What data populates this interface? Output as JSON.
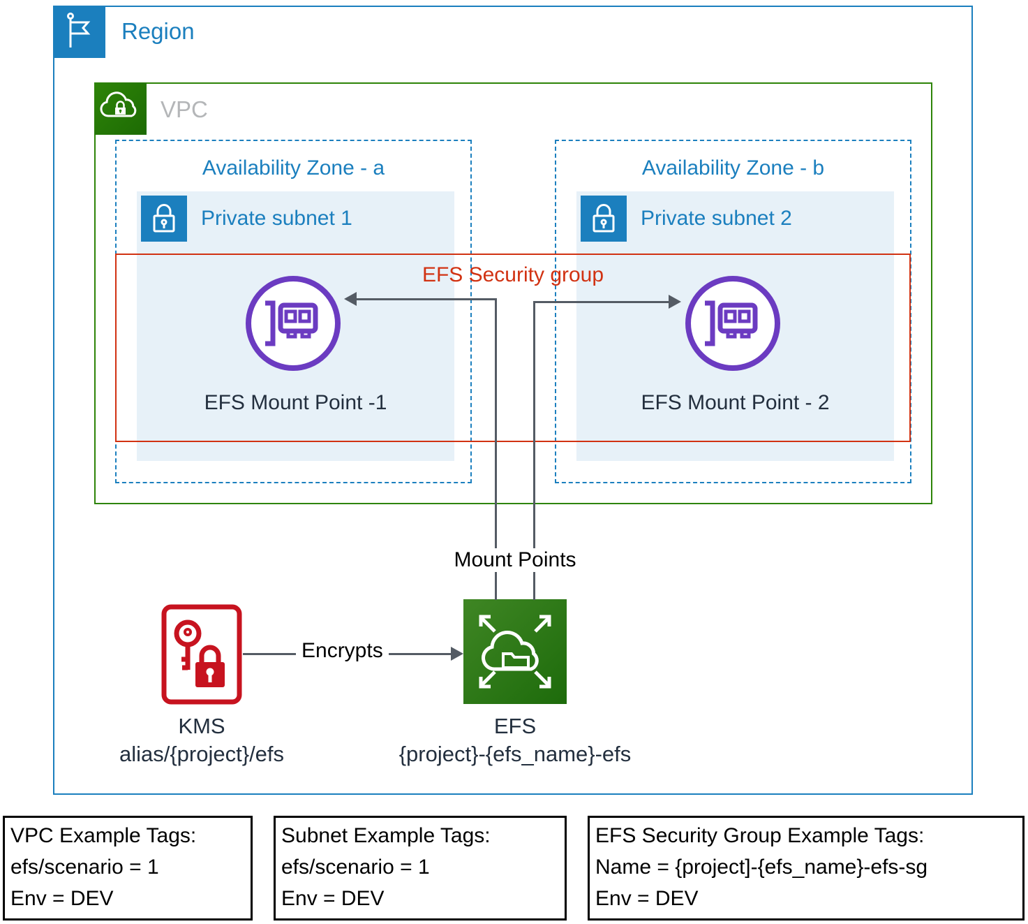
{
  "colors": {
    "region_blue": "#1B7FBE",
    "vpc_green": "#2E8408",
    "vpc_green_dark": "#1D6B04",
    "vpc_text": "#B4B6B8",
    "subnet_bg": "#E7F1F8",
    "sg_red": "#D13212",
    "mp_purple": "#6B3BC1",
    "kms_red": "#C7131F",
    "efs_green": "#3F8624",
    "efs_green_dark": "#1D6B0B",
    "arrow_gray": "#545B64",
    "label_dark": "#232F3E"
  },
  "diagram": {
    "region_label": "Region",
    "vpc_label": "VPC",
    "az_a_label": "Availability Zone - a",
    "az_b_label": "Availability Zone - b",
    "subnet1_label": "Private subnet 1",
    "subnet2_label": "Private subnet 2",
    "security_group_label": "EFS Security group",
    "mount_point_1_label": "EFS Mount Point -1",
    "mount_point_2_label": "EFS Mount Point - 2",
    "mount_points_label": "Mount Points",
    "encrypts_label": "Encrypts",
    "kms_title": "KMS",
    "kms_subtitle": "alias/{project}/efs",
    "efs_title": "EFS",
    "efs_subtitle": "{project}-{efs_name}-efs"
  },
  "tags": [
    {
      "lines": [
        "VPC Example Tags:",
        "efs/scenario = 1",
        "Env = DEV"
      ]
    },
    {
      "lines": [
        "Subnet Example Tags:",
        "efs/scenario = 1",
        "Env = DEV"
      ]
    },
    {
      "lines": [
        "EFS Security Group Example Tags:",
        "Name = {project]-{efs_name}-efs-sg",
        "Env = DEV"
      ]
    }
  ]
}
